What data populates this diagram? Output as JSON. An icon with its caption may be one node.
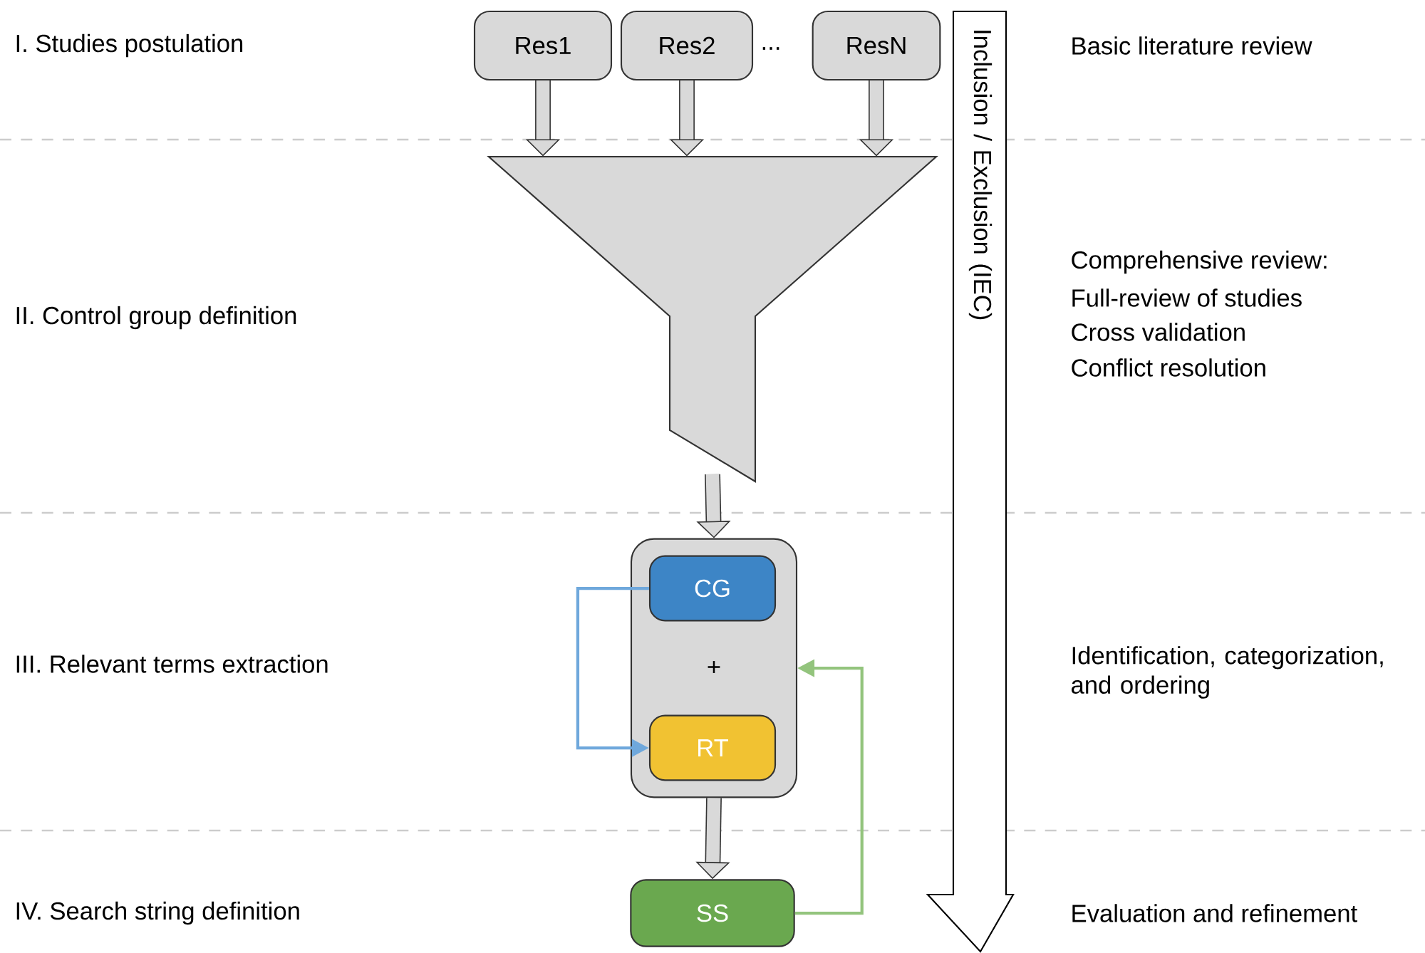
{
  "diagram": {
    "nodes": [
      {
        "text": [
          "Res1"
        ]
      },
      {
        "text": [
          "Res2"
        ]
      },
      {
        "text": [
          "ResN"
        ]
      },
      {
        "text": [],
        "shape": "funnel"
      },
      {
        "text": [
          "+"
        ]
      },
      {
        "text": [
          "CG"
        ],
        "in": 4
      },
      {
        "text": [
          "RT"
        ],
        "in": 4
      },
      {
        "text": [
          "SS"
        ]
      },
      {
        "text": [
          "Inclusion / Exclusion (IEC)"
        ]
      }
    ],
    "edges": [
      {
        "from": 0,
        "to": 3,
        "arrow": "to"
      },
      {
        "from": 1,
        "to": 3,
        "arrow": "to"
      },
      {
        "from": 2,
        "to": 3,
        "arrow": "to"
      },
      {
        "from": 3,
        "to": 4,
        "arrow": "to"
      },
      {
        "from": 5,
        "to": 6,
        "arrow": "to",
        "color": "#6fa8dc"
      },
      {
        "from": 4,
        "to": 7,
        "arrow": "to"
      },
      {
        "from": 7,
        "to": 4,
        "arrow": "to",
        "color": "#93c47d"
      }
    ],
    "labels": [
      "I. Studies postulation",
      "...",
      "Basic literature review",
      "Comprehensive review:",
      "Full-review of studies",
      "Cross validation",
      "Conflict resolution",
      "II. Control group definition",
      "Identification, categorization, and ordering",
      "III. Relevant terms extraction",
      "IV. Search string definition",
      "Evaluation and refinement"
    ]
  }
}
